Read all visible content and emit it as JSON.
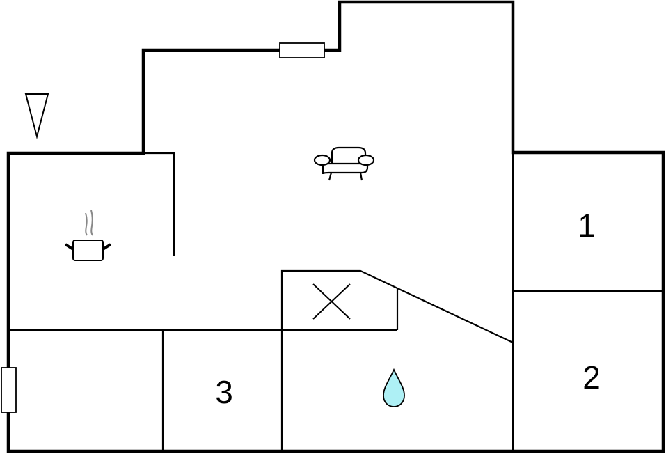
{
  "floorplan": {
    "rooms": [
      {
        "label": "1"
      },
      {
        "label": "2"
      },
      {
        "label": "3"
      }
    ],
    "icons": [
      "north-arrow-icon",
      "cooking-pot-icon",
      "sofa-icon",
      "bathroom-drop-icon",
      "window-icon"
    ],
    "colors": {
      "wall": "#000000",
      "water_drop": "#aef0f5",
      "steam": "#888888"
    }
  }
}
